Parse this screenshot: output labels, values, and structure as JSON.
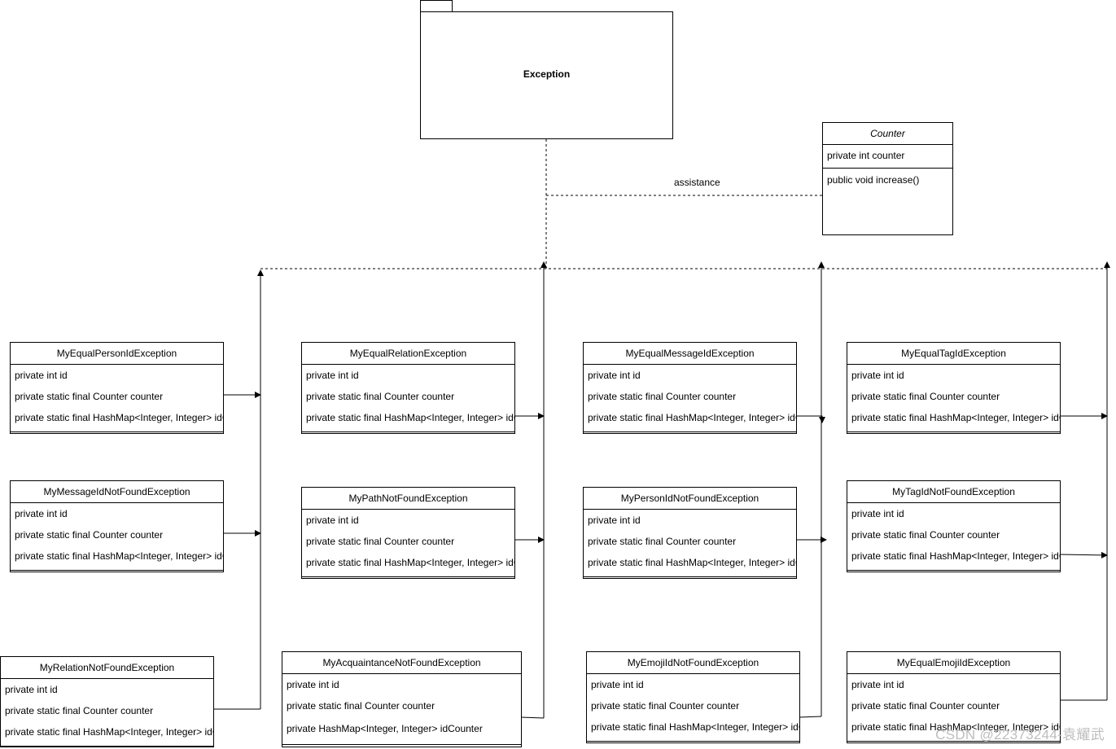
{
  "package": {
    "name": "Exception"
  },
  "counter_class": {
    "name": "Counter",
    "attributes": [
      "private int counter"
    ],
    "operations": [
      "public void increase()"
    ]
  },
  "association_label": "assistance",
  "exceptions": [
    {
      "name": "MyEqualPersonIdException",
      "fields": [
        "private int id",
        "private static final Counter counter",
        "private static final HashMap<Integer, Integer> idCounter"
      ]
    },
    {
      "name": "MyMessageIdNotFoundException",
      "fields": [
        "private int id",
        "private static final Counter counter",
        "private static final HashMap<Integer, Integer> idCounter"
      ]
    },
    {
      "name": "MyRelationNotFoundException",
      "fields": [
        "private int id",
        "private static final Counter counter",
        "private static final HashMap<Integer, Integer> idCounter"
      ]
    },
    {
      "name": "MyEqualRelationException",
      "fields": [
        "private int id",
        "private static final Counter counter",
        "private static final HashMap<Integer, Integer> idCounter"
      ]
    },
    {
      "name": "MyPathNotFoundException",
      "fields": [
        "private int id",
        "private static final Counter counter",
        "private static final HashMap<Integer, Integer> idCounter"
      ]
    },
    {
      "name": "MyAcquaintanceNotFoundException",
      "fields": [
        "private int id",
        "private static final Counter counter",
        "private HashMap<Integer, Integer> idCounter"
      ]
    },
    {
      "name": "MyEqualMessageIdException",
      "fields": [
        "private int id",
        "private static final Counter counter",
        "private static final HashMap<Integer, Integer> idCounter"
      ]
    },
    {
      "name": "MyPersonIdNotFoundException",
      "fields": [
        "private int id",
        "private static final Counter counter",
        "private static final HashMap<Integer, Integer> idCounter"
      ]
    },
    {
      "name": "MyEmojiIdNotFoundException",
      "fields": [
        "private int id",
        "private static final Counter counter",
        "private static final HashMap<Integer, Integer> idCounter"
      ]
    },
    {
      "name": "MyEqualTagIdException",
      "fields": [
        "private int id",
        "private static final Counter counter",
        "private static final HashMap<Integer, Integer> idCounter"
      ]
    },
    {
      "name": "MyTagIdNotFoundException",
      "fields": [
        "private int id",
        "private static final Counter counter",
        "private static final HashMap<Integer, Integer> idCounter"
      ]
    },
    {
      "name": "MyEqualEmojiIdException",
      "fields": [
        "private int id",
        "private static final Counter counter",
        "private static final HashMap<Integer, Integer> idCounter"
      ]
    }
  ],
  "watermark": "CSDN @22373244-袁耀武"
}
